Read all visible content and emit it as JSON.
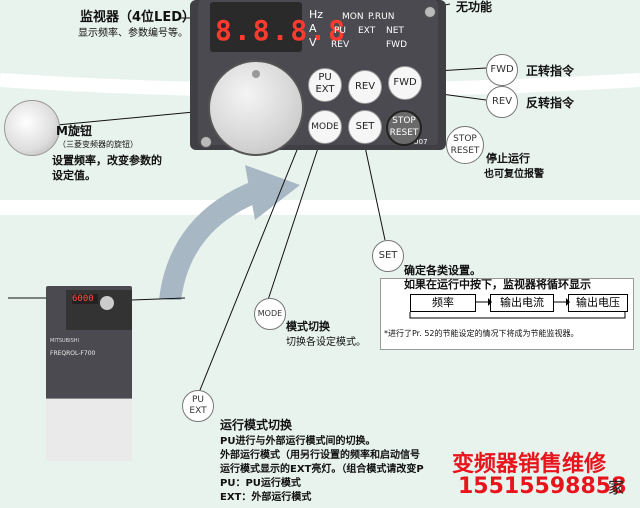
{
  "top_labels": {
    "monitor_title": "监视器（4位LED）",
    "monitor_desc": "显示频率、参数编号等。",
    "no_function": "无功能"
  },
  "panel": {
    "display": "8.8.8.8",
    "hz": "Hz",
    "a": "A",
    "v": "V",
    "mon": "MON",
    "prun": "P.RUN",
    "pu": "PU",
    "ext": "EXT",
    "net": "NET",
    "rev_ind": "REV",
    "fwd_ind": "FWD",
    "model": "FR-DU07",
    "buttons": {
      "pu_ext_top": "PU",
      "pu_ext_bottom": "EXT",
      "rev": "REV",
      "fwd": "FWD",
      "mode": "MODE",
      "set": "SET",
      "stop_top": "STOP",
      "stop_bottom": "RESET"
    }
  },
  "callouts": {
    "fwd_btn": "FWD",
    "fwd_desc": "正转指令",
    "rev_btn": "REV",
    "rev_desc": "反转指令",
    "stop_top": "STOP",
    "stop_bottom": "RESET",
    "stop_desc1": "停止运行",
    "stop_desc2": "也可复位报警",
    "m_title": "M旋钮",
    "m_sub": "（三菱变频器的旋钮）",
    "m_desc1": "设置频率，改变参数的",
    "m_desc2": "设定值。",
    "set_btn": "SET",
    "set_desc1": "确定各类设置。",
    "set_desc2": "如果在运行中按下，监视器将循环显示",
    "flow": [
      "频率",
      "输出电流",
      "输出电压"
    ],
    "flow_note": "*进行了Pr. 52的节能设定的情况下将成为节能监视器。",
    "mode_btn": "MODE",
    "mode_title": "模式切换",
    "mode_desc": "切换各设定模式。",
    "puext_top": "PU",
    "puext_bottom": "EXT",
    "op_title": "运行模式切换",
    "op_line1": "PU进行与外部运行模式间的切换。",
    "op_line2": "外部运行模式（用另行设置的频率和启动信号",
    "op_line3": "运行模式显示的EXT亮灯。（组合模式请改变P",
    "op_line4": "PU：PU运行模式",
    "op_line5": "EXT：外部运行模式"
  },
  "inverter": {
    "display": "6000",
    "brand": "MITSUBISHI",
    "model": "FREQROL-F700"
  },
  "watermark": {
    "line1": "变频器销售维修",
    "line2": "15515598858",
    "badge": "家"
  }
}
